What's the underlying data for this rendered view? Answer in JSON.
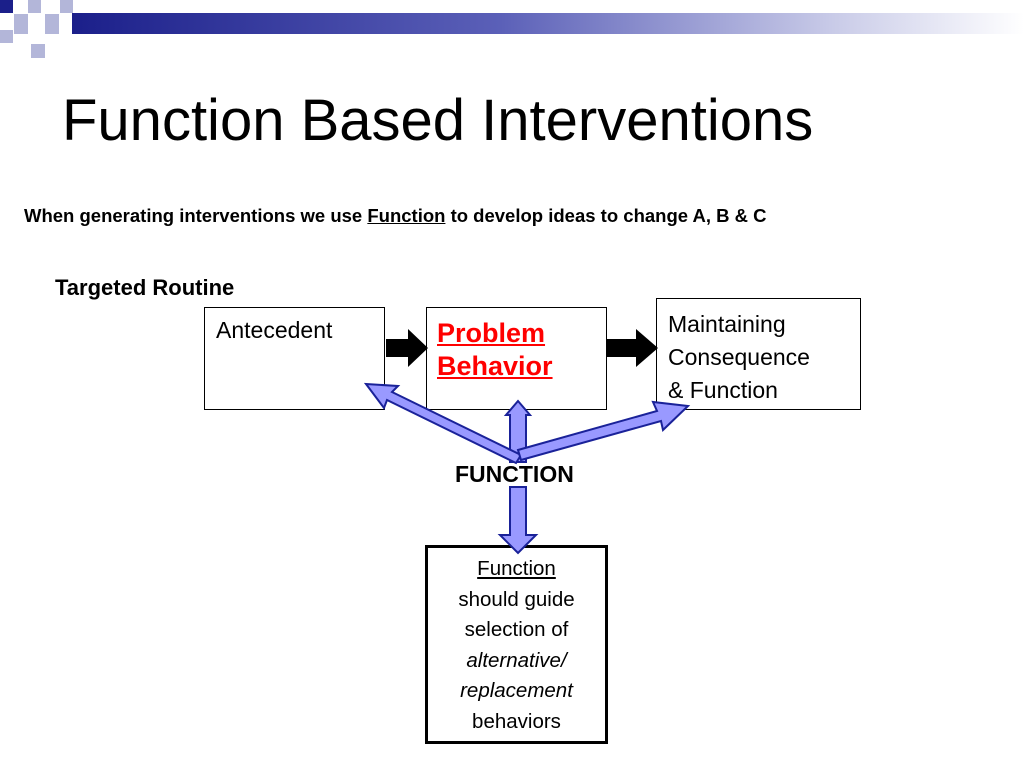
{
  "slide": {
    "title": "Function Based Interventions",
    "subtitle": {
      "before": "When generating interventions we use ",
      "highlight": "Function",
      "after": " to develop ideas to change A, B & C"
    },
    "routine_label": "Targeted Routine"
  },
  "diagram": {
    "antecedent": "Antecedent",
    "problem_behavior": {
      "line1": "Problem",
      "line2": "Behavior",
      "color": "#ff0000"
    },
    "consequence": {
      "line1": "Maintaining",
      "line2": "Consequence",
      "line3": "& Function"
    },
    "function_label": "FUNCTION",
    "function_box": {
      "line1": "Function",
      "line2": "should guide",
      "line3": "selection of",
      "line4": "alternative/",
      "line5": "replacement",
      "line6": "behaviors"
    }
  },
  "colors": {
    "arrow_fill": "#9999ff",
    "arrow_stroke": "#1a2299",
    "header_band_dark": "#1b1f8a",
    "header_square_light": "#b3b6d9"
  },
  "icons": {
    "flow_arrow": "black-right-arrow",
    "function_arrows": "blue-double-arrows"
  }
}
